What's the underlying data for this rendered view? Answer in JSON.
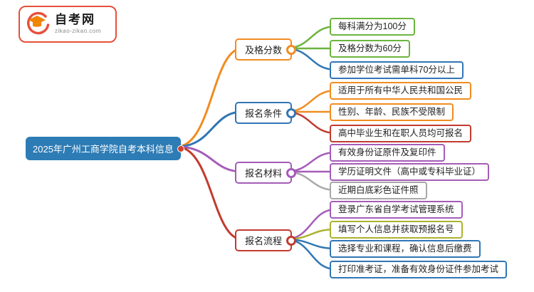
{
  "logo": {
    "title": "自考网",
    "subtitle": "zikao-zikao.com"
  },
  "root": {
    "label": "2025年广州工商学院自考本科信息"
  },
  "branches": [
    {
      "label": "及格分数",
      "children": [
        "每科满分为100分",
        "及格分数为60分",
        "参加学位考试需单科70分以上"
      ]
    },
    {
      "label": "报名条件",
      "children": [
        "适用于所有中华人民共和国公民",
        "性别、年龄、民族不受限制",
        "高中毕业生和在职人员均可报名"
      ]
    },
    {
      "label": "报名材料",
      "children": [
        "有效身份证原件及复印件",
        "学历证明文件（高中或专科毕业证）",
        "近期白底彩色证件照"
      ]
    },
    {
      "label": "报名流程",
      "children": [
        "登录广东省自学考试管理系统",
        "填写个人信息并获取预报名号",
        "选择专业和课程，确认信息后缴费",
        "打印准考证，准备有效身份证件参加考试"
      ]
    }
  ],
  "colors": {
    "root_bg": "#2d7cb5",
    "orange": "#f18c21",
    "green": "#6cb43e",
    "blue": "#3176b5",
    "red": "#c23b2e",
    "purple": "#a55cb8",
    "gray": "#a8a8a8",
    "olive": "#abb32f",
    "logo_red": "#e6503c",
    "logo_orange": "#f08300"
  }
}
